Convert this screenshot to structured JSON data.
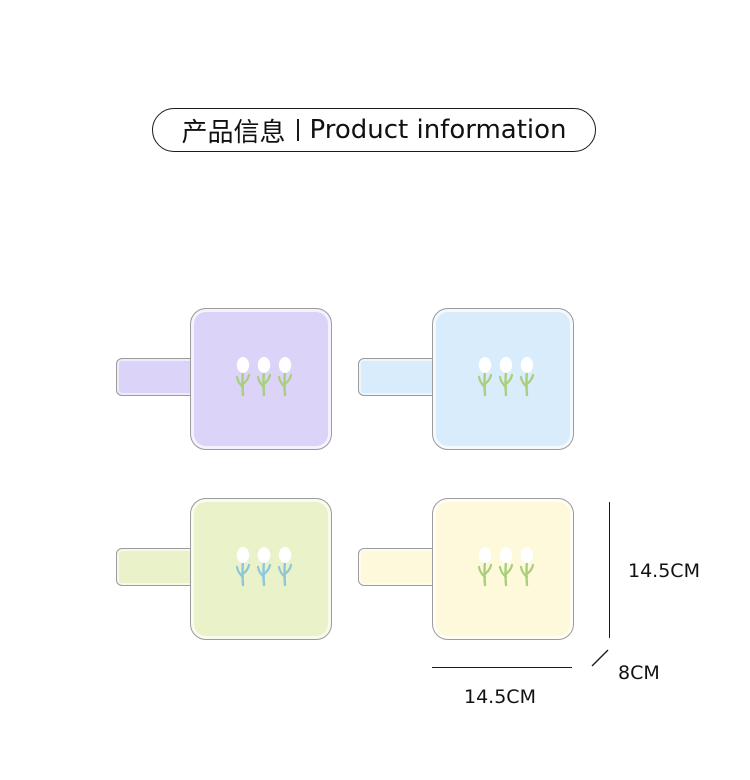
{
  "header": {
    "title_cn": "产品信息",
    "title_en": "Product information"
  },
  "products": [
    {
      "name": "purple",
      "fill": "#dcd3f8",
      "stem_color": "#a9cf7c"
    },
    {
      "name": "blue",
      "fill": "#d9ecfb",
      "stem_color": "#a9cf7c"
    },
    {
      "name": "green",
      "fill": "#eaf2c9",
      "stem_color": "#8cc7d9"
    },
    {
      "name": "yellow",
      "fill": "#fdf9da",
      "stem_color": "#a9cf7c"
    }
  ],
  "dimensions": {
    "height_label": "14.5CM",
    "depth_label": "8CM",
    "width_label": "14.5CM"
  }
}
